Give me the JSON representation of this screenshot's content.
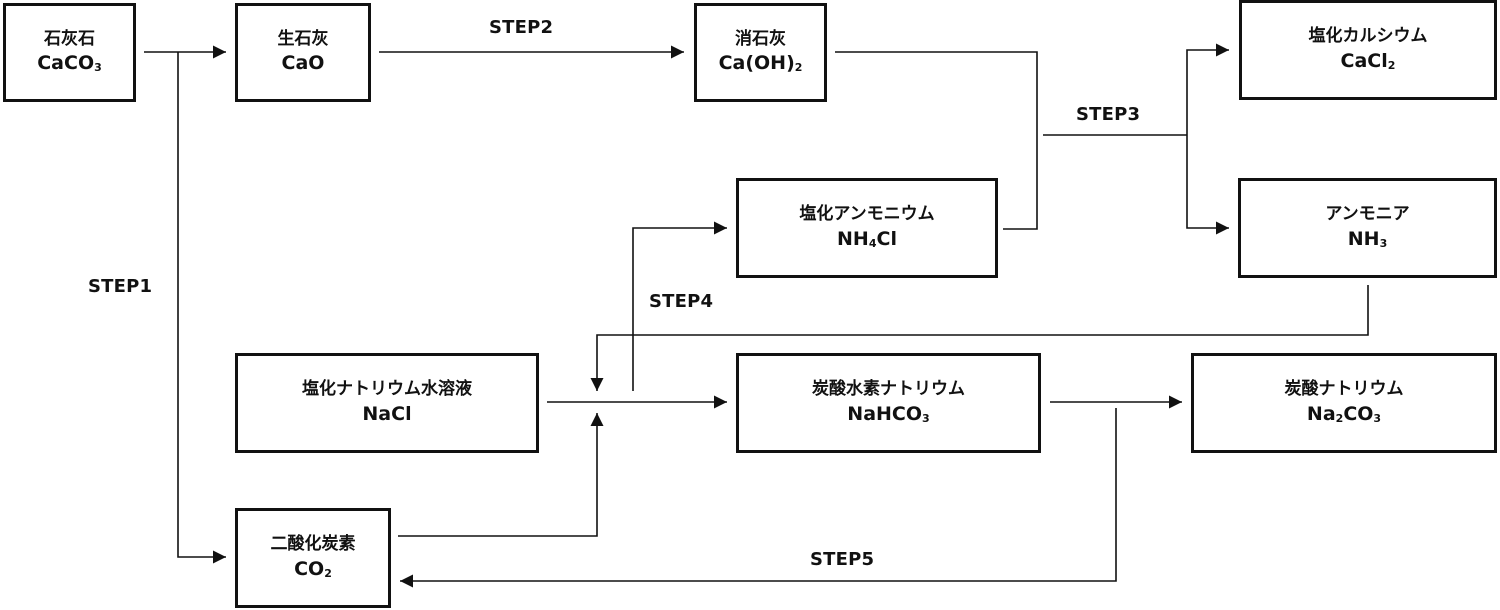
{
  "diagram": {
    "boxes": {
      "limestone": {
        "name": "石灰石",
        "formula": [
          [
            "CaCO",
            ""
          ],
          [
            "3",
            "sub"
          ]
        ]
      },
      "quicklime": {
        "name": "生石灰",
        "formula": [
          [
            "CaO",
            ""
          ]
        ]
      },
      "slakedlime": {
        "name": "消石灰",
        "formula": [
          [
            "Ca(OH)",
            ""
          ],
          [
            "2",
            "sub"
          ]
        ]
      },
      "cacl2": {
        "name": "塩化カルシウム",
        "formula": [
          [
            "CaCl",
            ""
          ],
          [
            "2",
            "sub"
          ]
        ]
      },
      "nh4cl": {
        "name": "塩化アンモニウム",
        "formula": [
          [
            "NH",
            ""
          ],
          [
            "4",
            "sub"
          ],
          [
            "Cl",
            ""
          ]
        ]
      },
      "nh3": {
        "name": "アンモニア",
        "formula": [
          [
            "NH",
            ""
          ],
          [
            "3",
            "sub"
          ]
        ]
      },
      "nacl": {
        "name": "塩化ナトリウム水溶液",
        "formula": [
          [
            "NaCl",
            ""
          ]
        ]
      },
      "nahco3": {
        "name": "炭酸水素ナトリウム",
        "formula": [
          [
            "NaHCO",
            ""
          ],
          [
            "3",
            "sub"
          ]
        ]
      },
      "na2co3": {
        "name": "炭酸ナトリウム",
        "formula": [
          [
            "Na",
            ""
          ],
          [
            "2",
            "sub"
          ],
          [
            "CO",
            ""
          ],
          [
            "3",
            "sub"
          ]
        ]
      },
      "co2": {
        "name": "二酸化炭素",
        "formula": [
          [
            "CO",
            ""
          ],
          [
            "2",
            "sub"
          ]
        ]
      }
    },
    "steps": {
      "step1": "STEP1",
      "step2": "STEP2",
      "step3": "STEP3",
      "step4": "STEP4",
      "step5": "STEP5"
    }
  }
}
